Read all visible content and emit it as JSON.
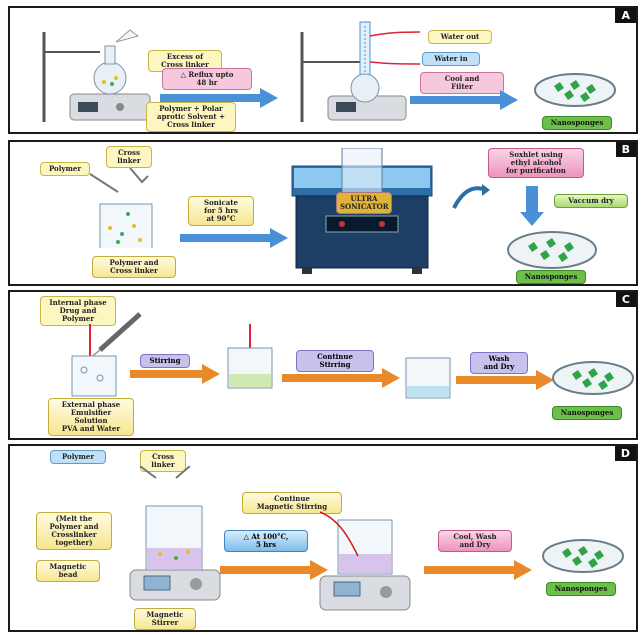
{
  "panels": [
    {
      "letter": "A",
      "labels": {
        "excess": "Excess of\nCross linker",
        "reflux": "△ Reflux upto\n48 hr",
        "polymer_solvent": "Polymer + Polar\naprotic Solvent +\nCross linker",
        "water_out": "Water out",
        "water_in": "Water in",
        "cool_filter": "Cool and\nFilter",
        "product": "Nanosponges"
      }
    },
    {
      "letter": "B",
      "labels": {
        "cross_linker": "Cross\nlinker",
        "polymer": "Polymer",
        "sonicate": "Sonicate\nfor 5 hrs\nat 90°C",
        "mix": "Polymer and\nCross linker",
        "sonicator": "ULTRA\nSONICATOR",
        "soxhlet": "Soxhlet using\nethyl alcohol\nfor purification",
        "vacuum": "Vaccum dry",
        "product": "Nanosponges"
      }
    },
    {
      "letter": "C",
      "labels": {
        "internal": "Internal phase\nDrug and\nPolymer",
        "stirring": "Stirring",
        "continue": "Continue\nStirring",
        "wash": "Wash\nand Dry",
        "external": "External phase\nEmulsifier\nSolution\nPVA and Water",
        "product": "Nanosponges"
      }
    },
    {
      "letter": "D",
      "labels": {
        "polymer": "Polymer",
        "cross_linker": "Cross\nlinker",
        "melt": "(Melt the\nPolymer and\nCrosslinker\ntogether)",
        "heat": "△ At 100°C,\n5 hrs",
        "continue_mag": "Continue\nMagnetic Stirring",
        "cool_wash": "Cool, Wash\nand Dry",
        "bead": "Magnetic\nbead",
        "stirrer": "Magnetic\nStirrer",
        "product": "Nanosponges"
      }
    }
  ],
  "colors": {
    "arrow_blue": "#4a90d9",
    "arrow_orange": "#e8892a",
    "sponge_green": "#2fa34a",
    "frame": "#1a1a1a"
  }
}
